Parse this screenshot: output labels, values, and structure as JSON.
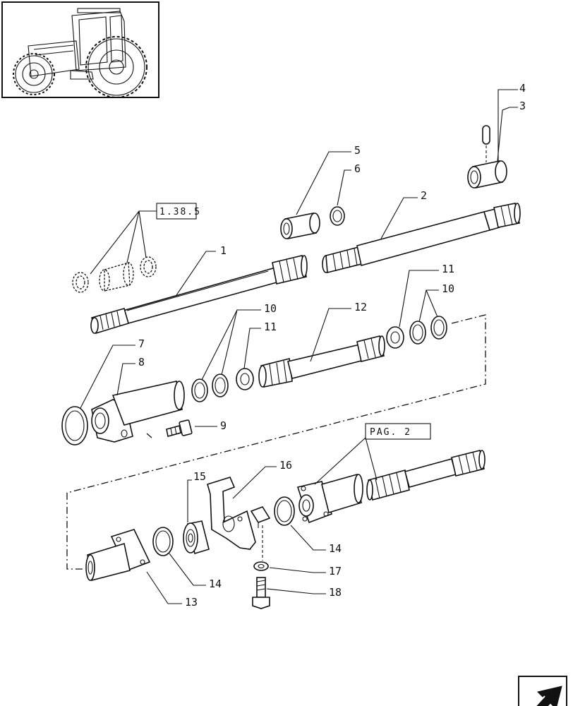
{
  "references": {
    "ref_1_38_5": "1.38.5",
    "ref_pag_2": "PAG. 2"
  },
  "callouts": {
    "c1": "1",
    "c2": "2",
    "c3": "3",
    "c4": "4",
    "c5": "5",
    "c6": "6",
    "c7": "7",
    "c8": "8",
    "c9": "9",
    "c10a": "10",
    "c10b": "10",
    "c11a": "11",
    "c11b": "11",
    "c12": "12",
    "c13": "13",
    "c14a": "14",
    "c14b": "14",
    "c15": "15",
    "c16": "16",
    "c17": "17",
    "c18": "18"
  }
}
